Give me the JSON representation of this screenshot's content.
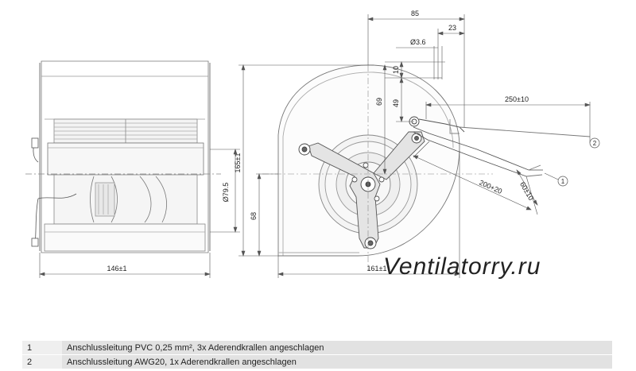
{
  "dimensions": {
    "left_width": "146±1",
    "shaft_diameter": "Ø79.5",
    "height": "165±1",
    "offset_68": "68",
    "right_width": "161±1",
    "top_85": "85",
    "top_23": "23",
    "hole_dia": "Ø3.6",
    "dim_10": "10",
    "dim_69": "69",
    "dim_49": "49",
    "cable_250": "250±10",
    "cable_200": "200+20",
    "cable_60": "60±10",
    "callout_1": "1",
    "callout_2": "2"
  },
  "watermark": "Ventilatorry.ru",
  "legend": [
    {
      "num": "1",
      "text": "Anschlussleitung PVC 0,25 mm², 3x Aderendkrallen angeschlagen"
    },
    {
      "num": "2",
      "text": "Anschlussleitung AWG20, 1x Aderendkrallen angeschlagen"
    }
  ]
}
